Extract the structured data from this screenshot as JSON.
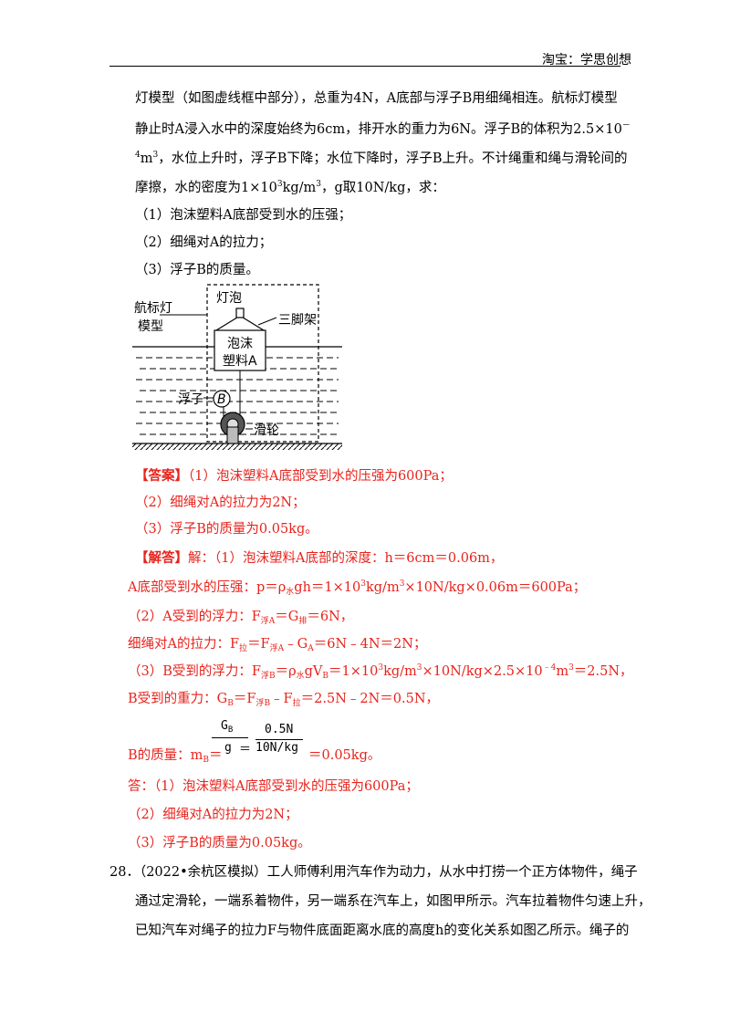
{
  "header": {
    "text": "淘宝：学思创想"
  },
  "problem": {
    "line1": "灯模型（如图虚线框中部分），总重为4N，A底部与浮子B用细绳相连。航标灯模型",
    "line2": "静止时A浸入水中的深度始终为6cm，排开水的重力为6N。浮子B的体积为2.5×10",
    "line2_exp": "－",
    "line3_exp": "4",
    "line3_a": "m",
    "line3_sup": "3",
    "line3_b": "，水位上升时，浮子B下降；水位下降时，浮子B上升。不计绳重和绳与滑轮间的",
    "line4_a": "摩擦，水的密度为1×10",
    "line4_sup1": "3",
    "line4_b": "kg/m",
    "line4_sup2": "3",
    "line4_c": "，g取10N/kg，求：",
    "q1": "（1）泡沫塑料A底部受到水的压强；",
    "q2": "（2）细绳对A的拉力；",
    "q3": "（3）浮子B的质量。"
  },
  "figure": {
    "lamp_label": "灯泡",
    "model_label_1": "航标灯",
    "model_label_2": "模型",
    "tripod_label": "三脚架",
    "foam_label_1": "泡沫",
    "foam_label_2": "塑料A",
    "float_label": "浮子",
    "float_letter": "B",
    "pulley_label": "滑轮"
  },
  "answer": {
    "tag": "【答案】",
    "a1": "（1）泡沫塑料A底部受到水的压强为600Pa；",
    "a2": "（2）细绳对A的拉力为2N；",
    "a3": "（3）浮子B的质量为0.05kg。"
  },
  "solution": {
    "tag": "【解答】",
    "s1": "解：（1）泡沫塑料A底部的深度：h＝6cm＝0.06m，",
    "s2_a": "A底部受到水的压强：p＝ρ",
    "s2_sub": "水",
    "s2_b": "gh＝1×10",
    "s2_sup1": "3",
    "s2_c": "kg/m",
    "s2_sup2": "3",
    "s2_d": "×10N/kg×0.06m＝600Pa；",
    "s3_a": "（2）A受到的浮力：F",
    "s3_sub1": "浮A",
    "s3_b": "＝G",
    "s3_sub2": "排",
    "s3_c": "＝6N，",
    "s4_a": "细绳对A的拉力：F",
    "s4_sub1": "拉",
    "s4_b": "＝F",
    "s4_sub2": "浮A",
    "s4_c": "﹣G",
    "s4_sub3": "A",
    "s4_d": "＝6N﹣4N＝2N；",
    "s5_a": "（3）B受到的浮力：F",
    "s5_sub1": "浮B",
    "s5_b": "＝ρ",
    "s5_sub2": "水",
    "s5_c": "gV",
    "s5_sub3": "B",
    "s5_d": "＝1×10",
    "s5_sup1": "3",
    "s5_e": "kg/m",
    "s5_sup2": "3",
    "s5_f": "×10N/kg×2.5×10",
    "s5_sup3": "﹣4",
    "s5_g": "m",
    "s5_sup4": "3",
    "s5_h": "＝2.5N，",
    "s6_a": "B受到的重力：G",
    "s6_sub1": "B",
    "s6_b": "＝F",
    "s6_sub2": "浮B",
    "s6_c": "﹣F",
    "s6_sub3": "拉",
    "s6_d": "＝2.5N﹣2N＝0.5N，",
    "s7_a": "B的质量：m",
    "s7_sub": "B",
    "s7_b": "＝",
    "frac1_num": "G",
    "frac1_num_sub": "B",
    "frac1_den": "g",
    "eq": "＝",
    "frac2_num": "0.5N",
    "frac2_den": "10N/kg",
    "s7_c": "＝0.05kg。"
  },
  "final": {
    "f1": "答：（1）泡沫塑料A底部受到水的压强为600Pa；",
    "f2": "（2）细绳对A的拉力为2N；",
    "f3": "（3）浮子B的质量为0.05kg。"
  },
  "next_problem": {
    "l1": "28．（2022•余杭区模拟）工人师傅利用汽车作为动力，从水中打捞一个正方体物件，绳子",
    "l2": "通过定滑轮，一端系着物件，另一端系在汽车上，如图甲所示。汽车拉着物件匀速上升，",
    "l3": "已知汽车对绳子的拉力F与物件底面距离水底的高度h的变化关系如图乙所示。绳子的"
  },
  "colors": {
    "answer_red": "#e8231c",
    "text": "#000000"
  }
}
